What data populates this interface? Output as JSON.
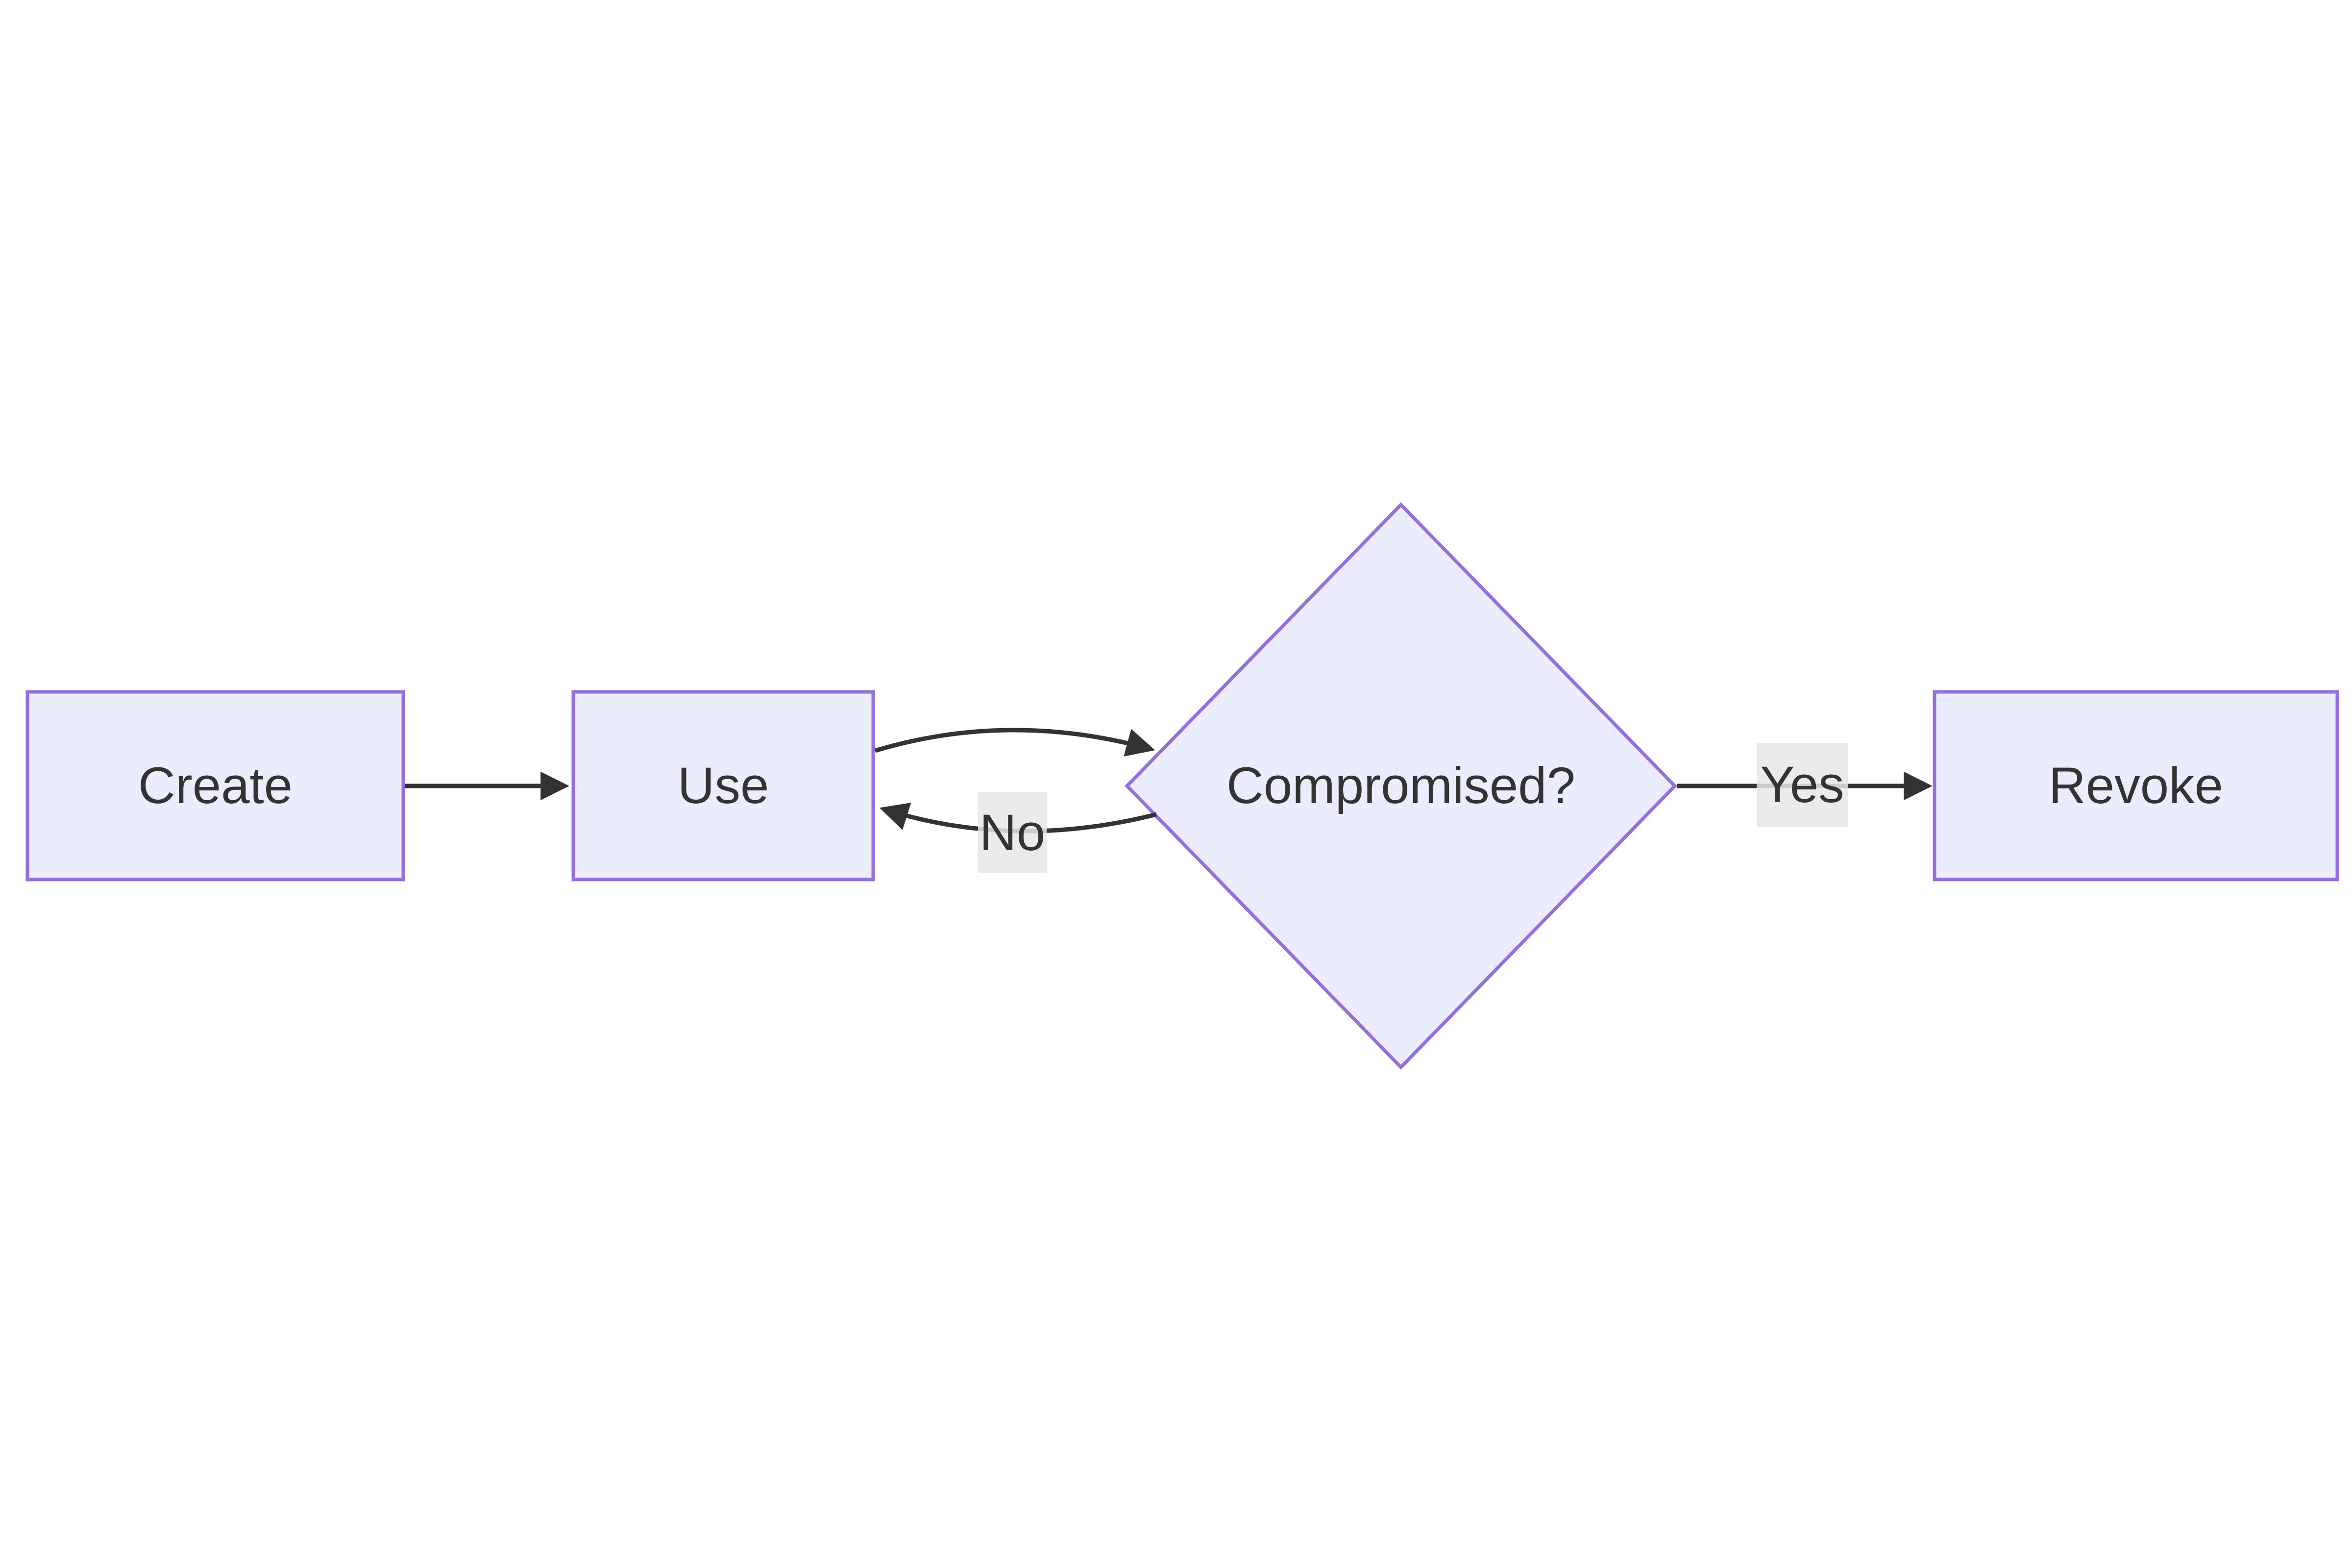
{
  "diagram": {
    "type": "flowchart",
    "direction": "left-to-right",
    "nodes": {
      "create": {
        "label": "Create",
        "shape": "rectangle"
      },
      "use": {
        "label": "Use",
        "shape": "rectangle"
      },
      "compromised": {
        "label": "Compromised?",
        "shape": "diamond"
      },
      "revoke": {
        "label": "Revoke",
        "shape": "rectangle"
      }
    },
    "edges": [
      {
        "from": "create",
        "to": "use",
        "label": ""
      },
      {
        "from": "use",
        "to": "compromised",
        "label": ""
      },
      {
        "from": "compromised",
        "to": "use",
        "label": "No"
      },
      {
        "from": "compromised",
        "to": "revoke",
        "label": "Yes"
      }
    ],
    "edge_labels": {
      "no": {
        "text": "No"
      },
      "yes": {
        "text": "Yes"
      }
    },
    "colors": {
      "node_fill": "#ECECFF",
      "node_border": "#9370DB",
      "edge_stroke": "#333333",
      "text": "#333333",
      "edge_label_background": "#e8e8e8",
      "page_background": "#ffffff"
    }
  }
}
